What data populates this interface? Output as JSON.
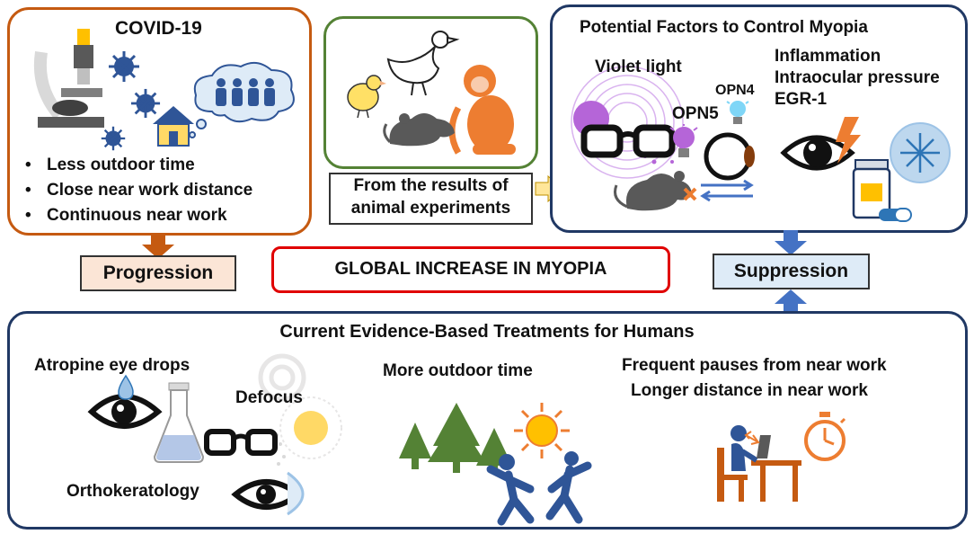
{
  "covid": {
    "title": "COVID-19",
    "bullets": [
      "Less outdoor time",
      "Close near work distance",
      "Continuous near work"
    ]
  },
  "animal": {
    "caption_line1": "From the results of",
    "caption_line2": "animal experiments"
  },
  "factors": {
    "title": "Potential Factors to Control Myopia",
    "violet_light": "Violet light",
    "opn5": "OPN5",
    "opn4": "OPN4",
    "other_line1": "Inflammation",
    "other_line2": "Intraocular pressure",
    "other_line3": "EGR-1"
  },
  "labels": {
    "progression": "Progression",
    "global": "GLOBAL INCREASE IN MYOPIA",
    "suppression": "Suppression"
  },
  "treatments": {
    "title": "Current Evidence-Based Treatments for Humans",
    "atropine": "Atropine eye drops",
    "defocus": "Defocus",
    "orthokeratology": "Orthokeratology",
    "outdoor": "More outdoor time",
    "pauses": "Frequent pauses from near work",
    "distance": "Longer distance in near work"
  },
  "colors": {
    "covid_border": "#c55a11",
    "animal_border": "#548235",
    "factors_border": "#203864",
    "global_border": "#e00000",
    "arrow_orange": "#c55a11",
    "arrow_blue": "#4472c4"
  }
}
